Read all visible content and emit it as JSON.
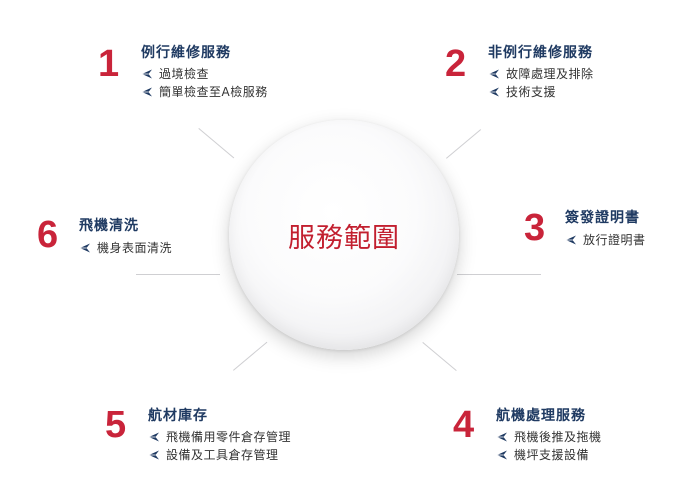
{
  "center": {
    "title": "服務範圍"
  },
  "items": [
    {
      "number": "1",
      "title": "例行維修服務",
      "subs": [
        "過境檢查",
        "簡單檢查至A檢服務"
      ]
    },
    {
      "number": "2",
      "title": "非例行維修服務",
      "subs": [
        "故障處理及排除",
        "技術支援"
      ]
    },
    {
      "number": "3",
      "title": "簽發證明書",
      "subs": [
        "放行證明書"
      ]
    },
    {
      "number": "4",
      "title": "航機處理服務",
      "subs": [
        "飛機後推及拖機",
        "機坪支援設備"
      ]
    },
    {
      "number": "5",
      "title": "航材庫存",
      "subs": [
        "飛機備用零件倉存管理",
        "設備及工具倉存管理"
      ]
    },
    {
      "number": "6",
      "title": "飛機清洗",
      "subs": [
        "機身表面清洗"
      ]
    }
  ],
  "colors": {
    "number": "#c9243a",
    "title": "#1f3a62",
    "center": "#c21f2f",
    "line": "#cfcfd2"
  },
  "icons": {
    "bullet": "paper-plane-icon"
  }
}
